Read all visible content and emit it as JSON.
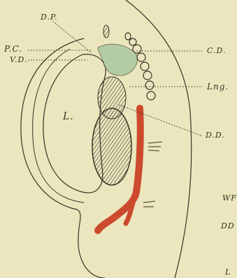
{
  "figure": {
    "labels": {
      "dp": "D.P.",
      "pc": "P.C.",
      "vd": "V.D.",
      "cd": "C.D.",
      "lng": "Lng.",
      "liver": "L.",
      "dd": "D.D.",
      "wf": "WF",
      "dd_edge": "DD",
      "l_edge": "L"
    },
    "colors": {
      "paper": "#ebe6bd",
      "ink": "#3a3125",
      "green_tint": "#9cc29a",
      "red_vessel": "#cc4a2e"
    }
  }
}
